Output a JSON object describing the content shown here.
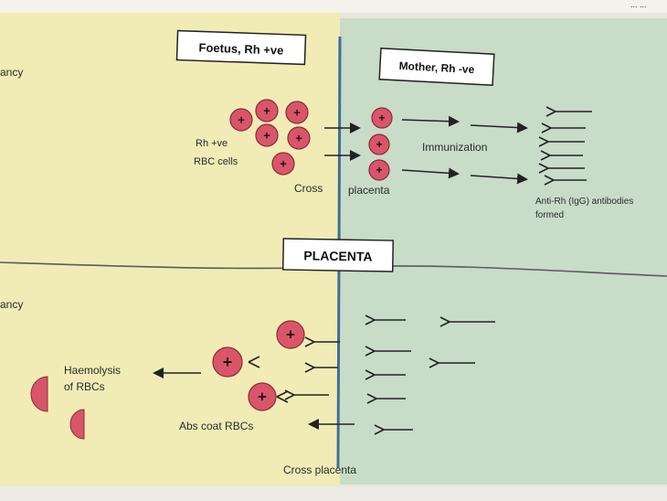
{
  "regions": {
    "fetus_title": "Foetus, Rh +ve",
    "mother_title": "Mother, Rh -ve",
    "placenta_title": "PLACENTA",
    "corner_text": "... ...",
    "left_cut_top": "ancy",
    "left_cut_bottom": "ancy"
  },
  "top_panel": {
    "rbc_label_line1": "Rh +ve",
    "rbc_label_line2": "RBC cells",
    "cross_label": "Cross",
    "placenta_word": "placenta",
    "immunization_label": "Immunization",
    "antibody_label_line1": "Anti-Rh (IgG) antibodies",
    "antibody_label_line2": "formed"
  },
  "bottom_panel": {
    "haemolysis_line1": "Haemolysis",
    "haemolysis_line2": "of RBCs",
    "abs_coat_label": "Abs coat RBCs",
    "cross_placenta_label": "Cross placenta"
  },
  "colors": {
    "fetus_bg": "#f1ecb6",
    "mother_bg": "#c8dcc8",
    "rbc_fill": "#d9566a",
    "rbc_stroke": "#8a2a3a",
    "placenta_line": "#3c6f98"
  },
  "rbc_symbol": "+"
}
